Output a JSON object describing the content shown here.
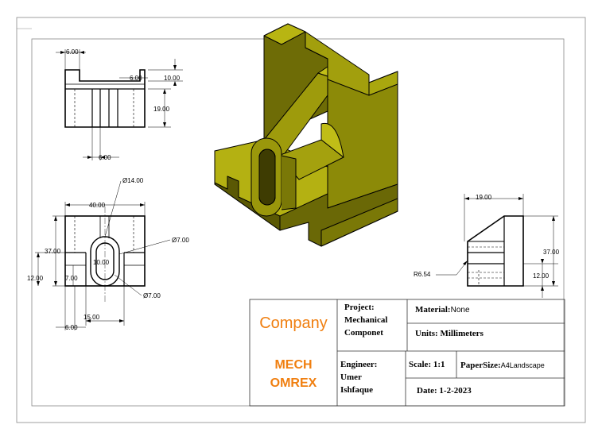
{
  "dimensions": {
    "front_top_width": "6.00",
    "front_slot_width": "6.00",
    "front_top_height": "10.00",
    "front_total_height": "19.00",
    "front_bottom_width": "6.00",
    "top_hole_dia": "14.00",
    "top_width": "40.00",
    "top_hole_small": "7.00",
    "top_depth": "37.00",
    "top_inner": "10.00",
    "top_offset": "12.00",
    "top_left_small": "7.00",
    "top_hole_small2": "7.00",
    "top_bottom_width": "15.00",
    "top_bottom_left": "6.00",
    "side_top_width": "19.00",
    "side_radius": "R6.54",
    "side_height": "37.00",
    "side_bottom": "12.00",
    "dia_symbol": "Ø"
  },
  "title_block": {
    "company": "Company",
    "company_line1": "MECH",
    "company_line2": "OMREX",
    "project_label": "Project:",
    "project_line1": "Mechanical",
    "project_line2": "Componet",
    "material_label": "Material:",
    "material_value": "None",
    "units_label": "Units:",
    "units_value": "Millimeters",
    "engineer_label": "Engineer:",
    "engineer_line1": "Umer",
    "engineer_line2": "Ishfaque",
    "scale_label": "Scale:",
    "scale_value": "1:1",
    "papersize_label": "PaperSize:",
    "papersize_value": "A4Landscape",
    "date_label": "Date:",
    "date_value": "1-2-2023"
  },
  "colors": {
    "company": "#f07f10",
    "model": "#8c8a08",
    "model_dark": "#5e5c05",
    "model_light": "#b5b212"
  }
}
